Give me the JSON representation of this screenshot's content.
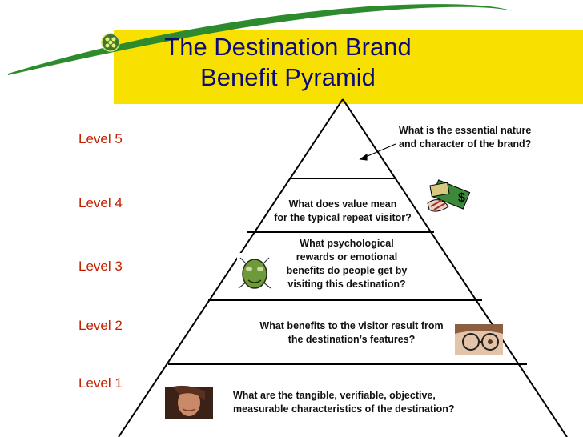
{
  "title": {
    "line1": "The Destination Brand",
    "line2": "Benefit Pyramid"
  },
  "levels": [
    {
      "label": "Level 5",
      "question_lines": [
        "What is the essential nature",
        "and character of the brand?"
      ]
    },
    {
      "label": "Level 4",
      "question_lines": [
        "What does value mean",
        "for the typical repeat visitor?"
      ]
    },
    {
      "label": "Level 3",
      "question_lines": [
        "What psychological",
        "rewards or emotional",
        "benefits do people get by",
        "visiting this destination?"
      ]
    },
    {
      "label": "Level 2",
      "question_lines": [
        "What benefits to the visitor result from",
        "the destination’s features?"
      ]
    },
    {
      "label": "Level 1",
      "question_lines": [
        "What are the tangible, verifiable, objective,",
        "measurable characteristics of the destination?"
      ]
    }
  ],
  "colors": {
    "title_band": "#f8e000",
    "title_text": "#0b0b7a",
    "level_text": "#c02000",
    "accent_curve": "#2d8a2d",
    "pyramid_line": "#000000"
  },
  "icons": [
    "globe-bullet-icon",
    "money-hand-icon",
    "alien-face-icon",
    "eye-glasses-icon",
    "woman-portrait-icon"
  ]
}
